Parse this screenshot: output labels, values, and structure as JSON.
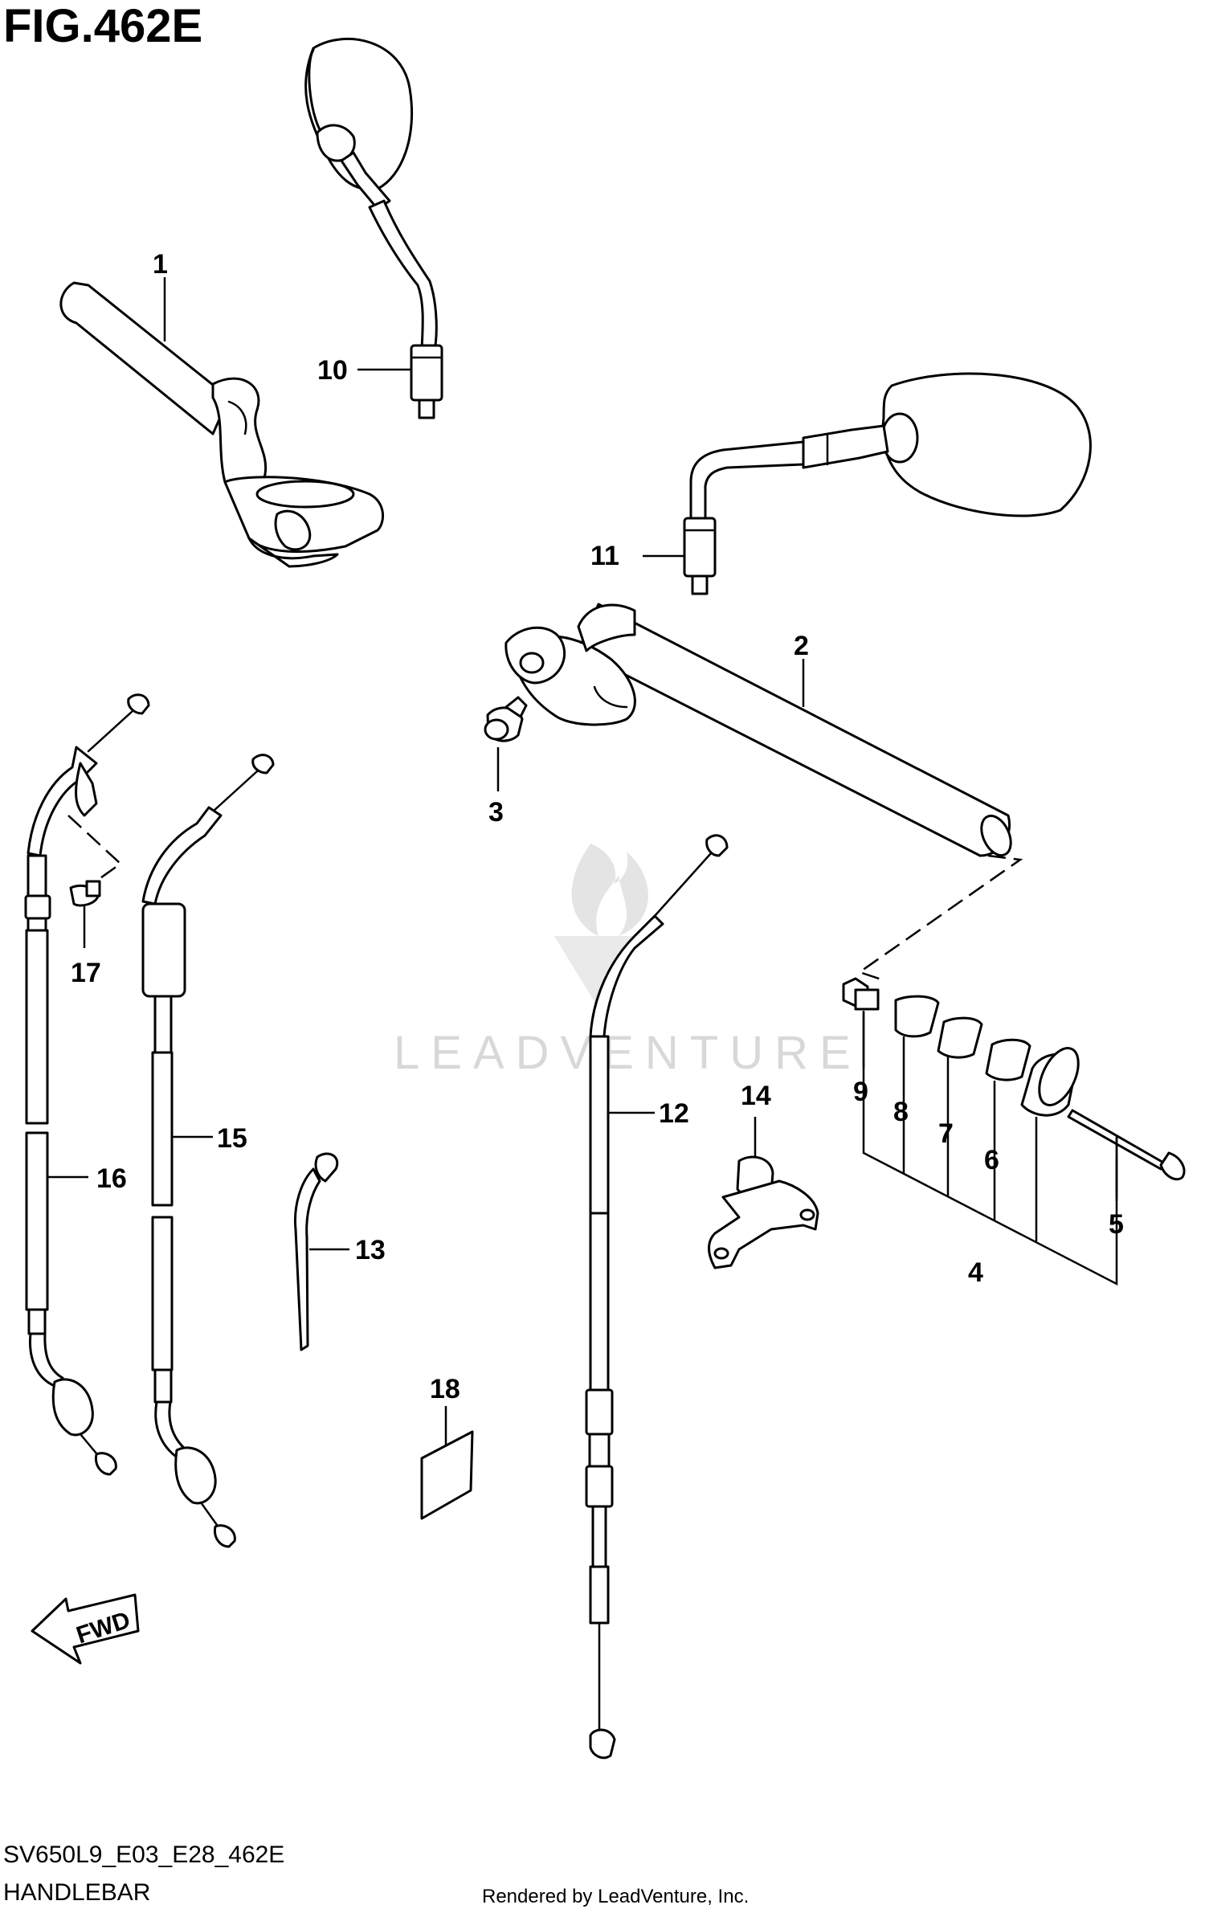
{
  "figure": {
    "title": "FIG.462E",
    "model_code": "SV650L9_E03_E28_462E",
    "name": "HANDLEBAR",
    "rendered_by": "Rendered by LeadVenture, Inc."
  },
  "watermark": {
    "text": "LEADVENTURE",
    "color": "#d8d8d8"
  },
  "direction_arrow": {
    "label": "FWD"
  },
  "callouts": {
    "c1": "1",
    "c2": "2",
    "c3": "3",
    "c4": "4",
    "c5": "5",
    "c6": "6",
    "c7": "7",
    "c8": "8",
    "c9": "9",
    "c10": "10",
    "c11": "11",
    "c12": "12",
    "c13": "13",
    "c14": "14",
    "c15": "15",
    "c16": "16",
    "c17": "17",
    "c18": "18"
  },
  "colors": {
    "line": "#000000",
    "background": "#ffffff"
  }
}
